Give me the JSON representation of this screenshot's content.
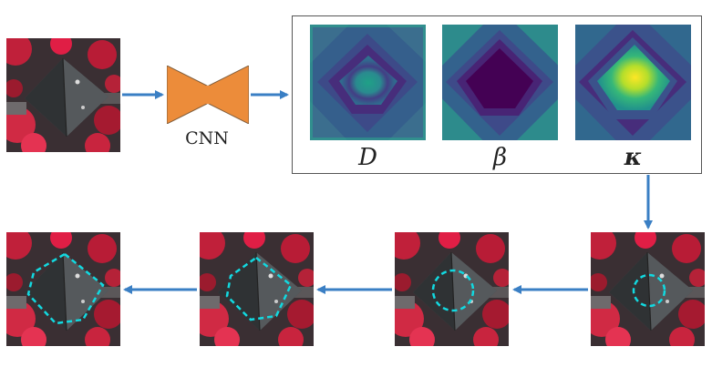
{
  "cnn": {
    "label": "CNN"
  },
  "maps": {
    "labels": [
      "D",
      "β",
      "κ"
    ],
    "colors": {
      "dark": "#440154",
      "mid": "#3b528b",
      "teal": "#21918c",
      "green": "#5ec962",
      "yellow": "#fde725"
    }
  },
  "tiles": {
    "input": "aerial-rooftop-input",
    "steps": [
      "contour-iteration-1",
      "contour-iteration-2",
      "contour-iteration-3",
      "contour-final"
    ]
  },
  "colors": {
    "arrow": "#3a7fc4",
    "cnn_fill": "#ec8c3a",
    "contour": "#12d9e0",
    "vegetation": "#d81a3a"
  }
}
